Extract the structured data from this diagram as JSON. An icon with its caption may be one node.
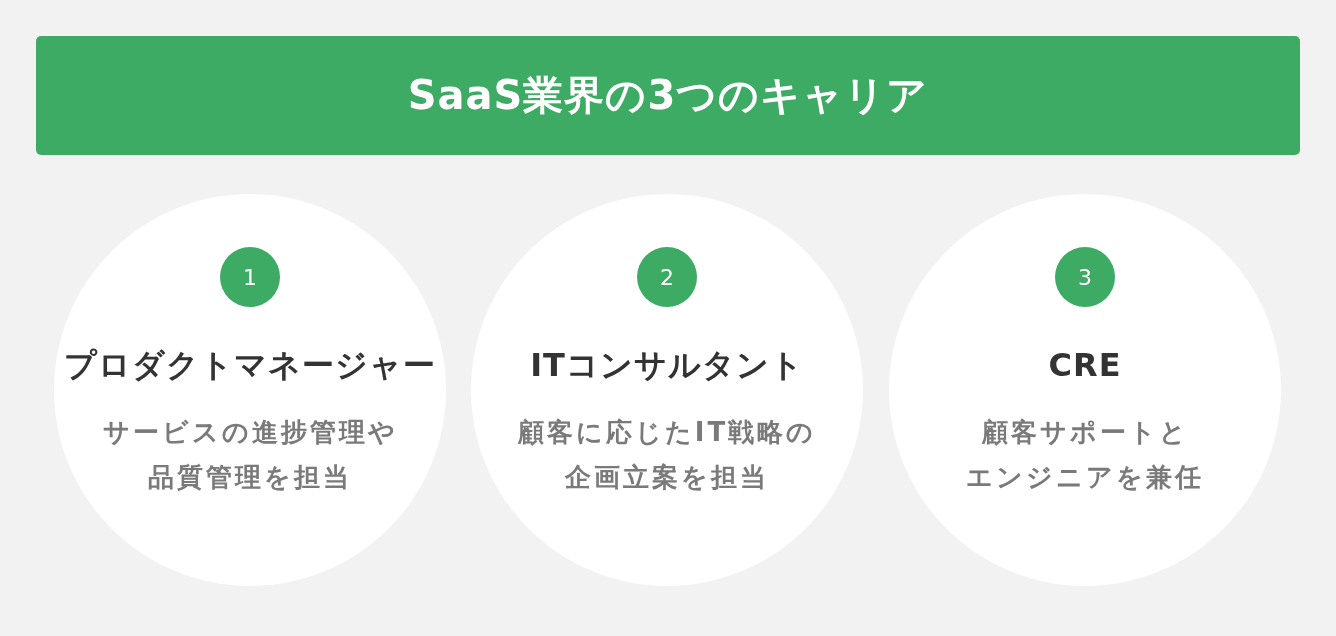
{
  "diagram": {
    "title": "SaaS業界の3つのキャリア",
    "nodes": [
      {
        "text": [
          "プロダクトマネージャー",
          "サービスの進捗管理や品質管理を担当"
        ]
      },
      {
        "text": [
          "1"
        ],
        "in": 0
      },
      {
        "text": [
          "ITコンサルタント",
          "顧客に応じたIT戦略の企画立案を担当"
        ]
      },
      {
        "text": [
          "2"
        ],
        "in": 2
      },
      {
        "text": [
          "CRE",
          "顧客サポートとエンジニアを兼任"
        ]
      },
      {
        "text": [
          "3"
        ],
        "in": 4
      }
    ]
  }
}
